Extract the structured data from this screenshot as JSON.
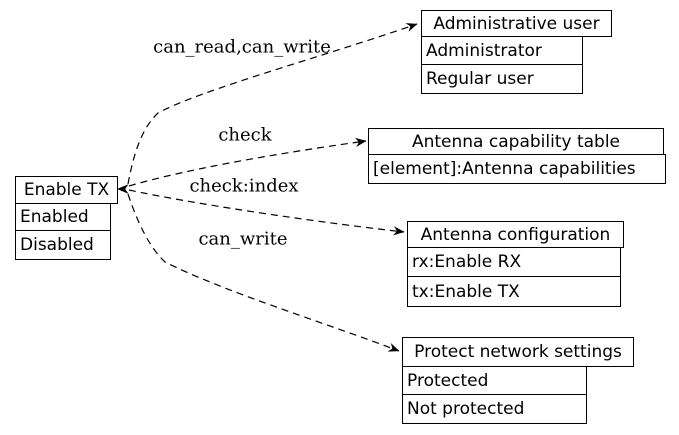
{
  "colors": {
    "background": "#ffffff",
    "border": "#000000",
    "text": "#000000",
    "edge": "#000000"
  },
  "nodes": {
    "enable_tx": {
      "title": "Enable TX",
      "rows": [
        "Enabled",
        "Disabled"
      ]
    },
    "administrative_user": {
      "title": "Administrative user",
      "rows": [
        "Administrator",
        "Regular user"
      ]
    },
    "antenna_capability_table": {
      "title": "Antenna capability table",
      "rows": [
        "[element]:Antenna capabilities"
      ]
    },
    "antenna_configuration": {
      "title": "Antenna configuration",
      "rows": [
        "rx:Enable RX",
        "tx:Enable TX"
      ]
    },
    "protect_network_settings": {
      "title": "Protect network settings",
      "rows": [
        "Protected",
        "Not protected"
      ]
    }
  },
  "edges": {
    "can_read_can_write": {
      "label": "can_read,can_write",
      "from": "Enable TX",
      "to": "Administrative user",
      "style": "dashed"
    },
    "check": {
      "label": "check",
      "from": "Enable TX",
      "to": "Antenna capability table",
      "style": "dashed"
    },
    "check_index": {
      "label": "check:index",
      "from": "Enable TX",
      "to": "Antenna configuration",
      "style": "dashed"
    },
    "can_write": {
      "label": "can_write",
      "from": "Enable TX",
      "to": "Protect network settings",
      "style": "dashed"
    }
  }
}
